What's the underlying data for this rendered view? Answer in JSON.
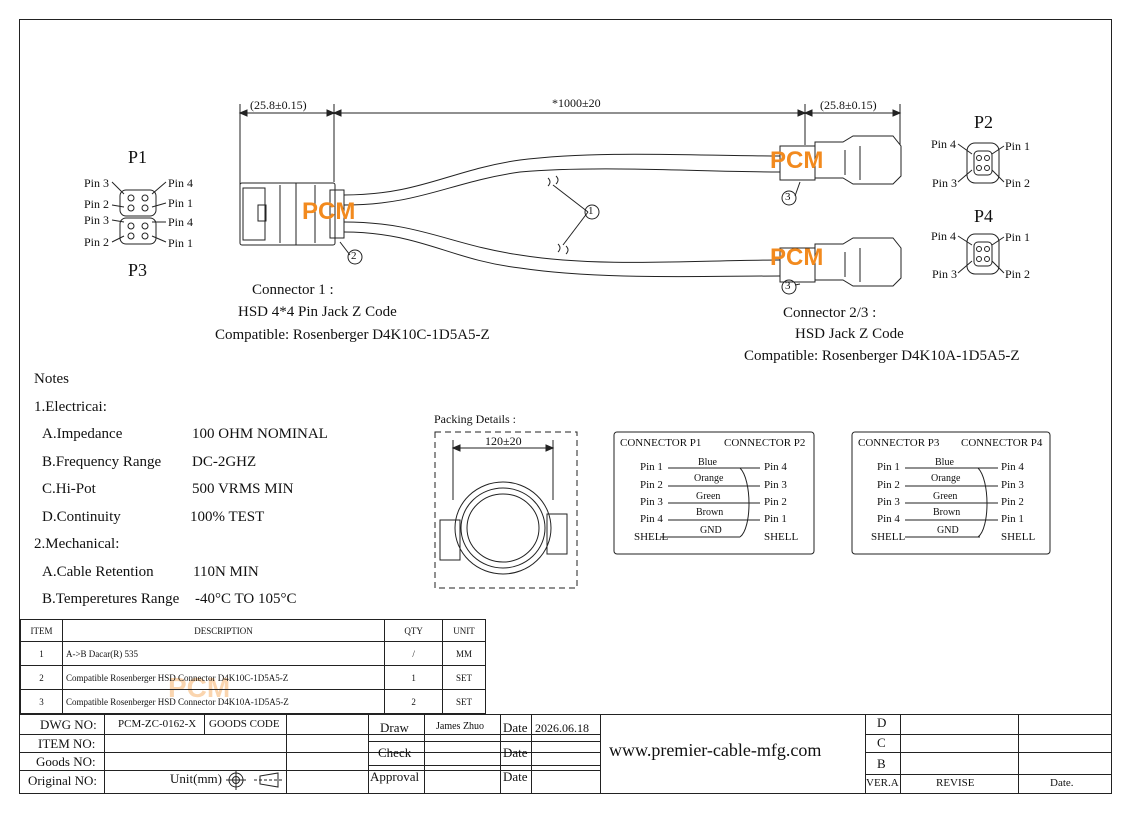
{
  "dimensions": {
    "left_length": "(25.8±0.15)",
    "cable_length": "*1000±20",
    "right_length": "(25.8±0.15)",
    "packing_length": "120±20"
  },
  "connectors": {
    "p1_label": "P1",
    "p3_label": "P3",
    "p2_label": "P2",
    "p4_label": "P4",
    "p1_pins": {
      "left_top": "Pin 3",
      "left_bottom": "Pin 2",
      "right_top": "Pin 4",
      "right_bottom": "Pin 1"
    },
    "p3_pins": {
      "left_top": "Pin 3",
      "left_bottom": "Pin 2",
      "right_top": "Pin 4",
      "right_bottom": "Pin 1"
    },
    "p2_pins": {
      "left_top": "Pin 4",
      "left_bottom": "Pin 3",
      "right_top": "Pin 1",
      "right_bottom": "Pin 2"
    },
    "p4_pins": {
      "left_top": "Pin 4",
      "left_bottom": "Pin 3",
      "right_top": "Pin 1",
      "right_bottom": "Pin 2"
    },
    "callout_1": "1",
    "callout_2": "2",
    "callout_3": "3",
    "watermark": "PCM"
  },
  "connector1": {
    "title": "Connector 1 :",
    "type": "HSD 4*4 Pin Jack Z Code",
    "compatible": "Compatible: Rosenberger D4K10C-1D5A5-Z"
  },
  "connector23": {
    "title": "Connector 2/3 :",
    "type": "HSD Jack Z Code",
    "compatible": "Compatible: Rosenberger D4K10A-1D5A5-Z"
  },
  "notes": {
    "heading": "Notes",
    "electrical_heading": "1.Electricai:",
    "mechanical_heading": "2.Mechanical:",
    "electrical": [
      {
        "label": "A.Impedance",
        "value": "100 OHM NOMINAL"
      },
      {
        "label": "B.Frequency Range",
        "value": "DC-2GHZ"
      },
      {
        "label": "C.Hi-Pot",
        "value": "500 VRMS MIN"
      },
      {
        "label": "D.Continuity",
        "value": "100% TEST"
      }
    ],
    "mechanical": [
      {
        "label": "A.Cable Retention",
        "value": "110N MIN"
      },
      {
        "label": "B.Temperetures Range",
        "value": "-40°C TO 105°C"
      }
    ]
  },
  "packing": {
    "title": "Packing Details :"
  },
  "wiring1": {
    "left_header": "CONNECTOR P1",
    "right_header": "CONNECTOR P2",
    "rows": [
      {
        "left": "Pin 1",
        "color": "Blue",
        "right": "Pin 4"
      },
      {
        "left": "Pin 2",
        "color": "Orange",
        "right": "Pin 3"
      },
      {
        "left": "Pin 3",
        "color": "Green",
        "right": "Pin 2"
      },
      {
        "left": "Pin 4",
        "color": "Brown",
        "right": "Pin 1"
      },
      {
        "left": "SHELL",
        "color": "GND",
        "right": "SHELL"
      }
    ]
  },
  "wiring2": {
    "left_header": "CONNECTOR P3",
    "right_header": "CONNECTOR P4",
    "rows": [
      {
        "left": "Pin 1",
        "color": "Blue",
        "right": "Pin 4"
      },
      {
        "left": "Pin 2",
        "color": "Orange",
        "right": "Pin 3"
      },
      {
        "left": "Pin 3",
        "color": "Green",
        "right": "Pin 2"
      },
      {
        "left": "Pin 4",
        "color": "Brown",
        "right": "Pin 1"
      },
      {
        "left": "SHELL",
        "color": "GND",
        "right": "SHELL"
      }
    ]
  },
  "bom": {
    "headers": {
      "item": "ITEM",
      "description": "DESCRIPTION",
      "qty": "QTY",
      "unit": "UNIT"
    },
    "rows": [
      {
        "item": "1",
        "description": "A->B Dacar(R) 535",
        "qty": "/",
        "unit": "MM"
      },
      {
        "item": "2",
        "description": "Compatible Rosenberger HSD Connector D4K10C-1D5A5-Z",
        "qty": "1",
        "unit": "SET"
      },
      {
        "item": "3",
        "description": "Compatible Rosenberger HSD Connector  D4K10A-1D5A5-Z",
        "qty": "2",
        "unit": "SET"
      }
    ]
  },
  "title_block": {
    "dwg_no_label": "DWG NO:",
    "dwg_no": "PCM-ZC-0162-X",
    "goods_code_label": "GOODS CODE",
    "item_no_label": "ITEM NO:",
    "goods_no_label": "Goods NO:",
    "original_no_label": "Original NO:",
    "unit_label": "Unit(mm)",
    "draw_label": "Draw",
    "draw_name": "James Zhuo",
    "check_label": "Check",
    "approval_label": "Approval",
    "date_label": "Date",
    "draw_date": "2026.06.18",
    "website": "www.premier-cable-mfg.com",
    "rev_d": "D",
    "rev_c": "C",
    "rev_b": "B",
    "ver_label": "VER.A",
    "revise_label": "REVISE",
    "date_col_label": "Date."
  }
}
